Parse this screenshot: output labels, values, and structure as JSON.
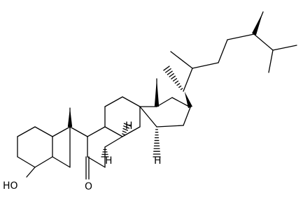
{
  "labels": {
    "hydroxyl": "HO",
    "ketone_oxygen": "O",
    "h_c9": "H",
    "h_c8": "H",
    "h_c14": "H"
  }
}
